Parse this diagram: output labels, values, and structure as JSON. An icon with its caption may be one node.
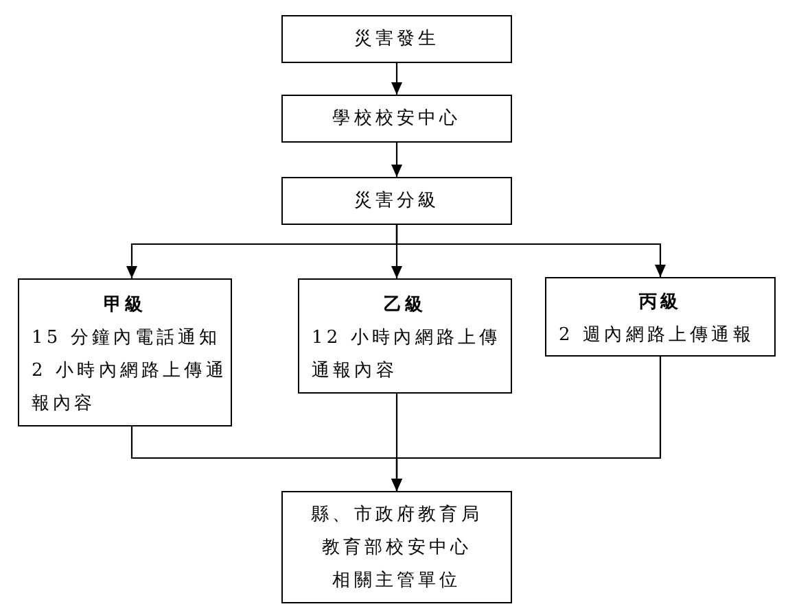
{
  "diagram": {
    "nodes": [
      {
        "text": [
          "災害發生"
        ]
      },
      {
        "text": [
          "學校校安中心"
        ]
      },
      {
        "text": [
          "災害分級"
        ]
      },
      {
        "text": [
          "甲級",
          "15 分鐘內電話通知",
          "2 小時內網路上傳通報內容"
        ]
      },
      {
        "text": [
          "乙級",
          "12 小時內網路上傳通報內容"
        ]
      },
      {
        "text": [
          "丙級",
          "2 週內網路上傳通報"
        ]
      },
      {
        "text": [
          "縣、市政府教育局",
          "教育部校安中心",
          "相關主管單位"
        ]
      }
    ],
    "edges": [
      {
        "from": 0,
        "to": 1,
        "arrow": "to"
      },
      {
        "from": 1,
        "to": 2,
        "arrow": "to"
      },
      {
        "from": 2,
        "to": 3,
        "arrow": "to"
      },
      {
        "from": 2,
        "to": 4,
        "arrow": "to"
      },
      {
        "from": 2,
        "to": 5,
        "arrow": "to"
      },
      {
        "from": 3,
        "to": 6,
        "arrow": "to"
      },
      {
        "from": 4,
        "to": 6,
        "arrow": "to"
      },
      {
        "from": 5,
        "to": 6,
        "arrow": "to"
      }
    ]
  }
}
